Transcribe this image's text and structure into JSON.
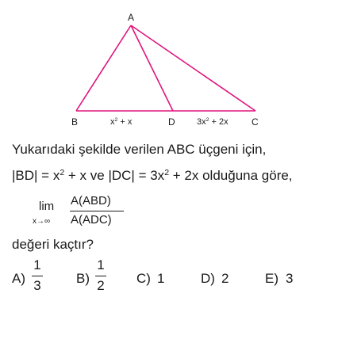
{
  "figure": {
    "line_color": "#e0157d",
    "vertices": {
      "a": "A",
      "b": "B",
      "c": "C",
      "d": "D"
    },
    "segments": {
      "bd_base": "x",
      "bd_exp": "2",
      "bd_rest": " + x",
      "dc_base": "3x",
      "dc_exp": "2",
      "dc_rest": " + 2x"
    }
  },
  "question": {
    "line1": "Yukarıdaki şekilde verilen ABC üçgeni için,",
    "line2": {
      "p1": "|BD| = x",
      "e1": "2",
      "p2": " + x  ve  |DC| = 3x",
      "e2": "2",
      "p3": " + 2x  olduğuna göre,"
    },
    "limit": {
      "word": "lim",
      "sub": "x→∞",
      "numerator": "A(ABD)",
      "denominator": "A(ADC)"
    },
    "line4": "değeri kaçtır?"
  },
  "options": [
    {
      "letter": "A)",
      "numerator": "1",
      "denominator": "3"
    },
    {
      "letter": "B)",
      "numerator": "1",
      "denominator": "2"
    },
    {
      "letter": "C)",
      "value": "1"
    },
    {
      "letter": "D)",
      "value": "2"
    },
    {
      "letter": "E)",
      "value": "3"
    }
  ]
}
